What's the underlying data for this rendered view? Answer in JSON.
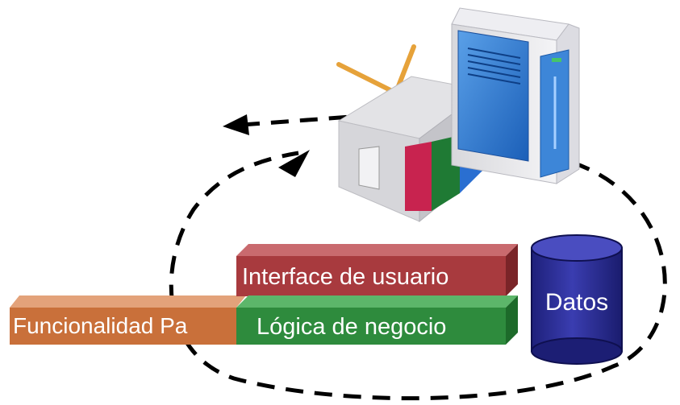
{
  "blocks": {
    "interface_label": "Interface de usuario",
    "logic_label": "Lógica de negocio",
    "funcionalidad_label": "Funcionalidad Pa"
  },
  "database": {
    "label": "Datos"
  },
  "colors": {
    "interface": "#a83a3e",
    "logic": "#2e8b3d",
    "funcionalidad": "#c9703a",
    "database": "#2b2d8e",
    "monitor_red": "#c8234f",
    "monitor_green": "#1f7a34",
    "monitor_blue": "#2a6fd1"
  },
  "icons": [
    "computer-icon",
    "server-icon",
    "database-cylinder"
  ]
}
